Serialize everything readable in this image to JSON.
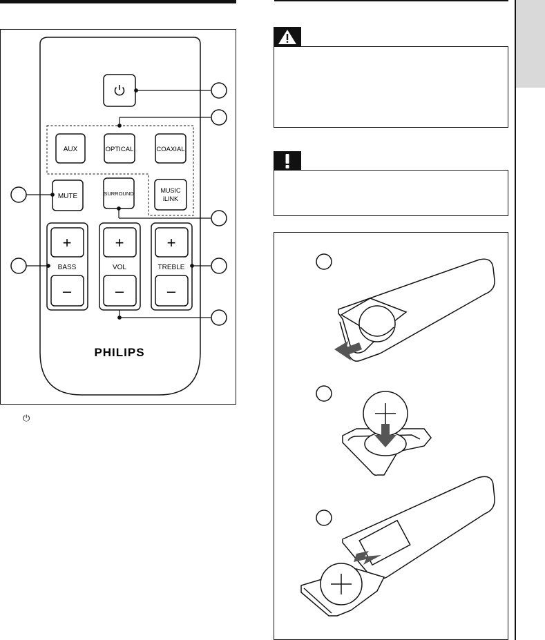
{
  "remote": {
    "buttons": {
      "aux": "AUX",
      "optical": "OPTICAL",
      "coaxial": "COAXIAL",
      "mute": "MUTE",
      "surround": "SURROUND",
      "music_line1": "MUSIC",
      "music_line2": "iLINK",
      "plus": "+",
      "minus": "–"
    },
    "group_labels": {
      "bass": "BASS",
      "vol": "VOL",
      "treble": "TREBLE"
    },
    "brand": "PHILIPS"
  },
  "caption": {
    "power_symbol": "⏻"
  },
  "icons": {
    "warning": "warning-triangle-icon",
    "caution": "exclamation-icon",
    "power": "power-icon"
  },
  "colors": {
    "ink": "#111111",
    "side_tab": "#d9d9d9",
    "arrow_gray": "#555555"
  }
}
